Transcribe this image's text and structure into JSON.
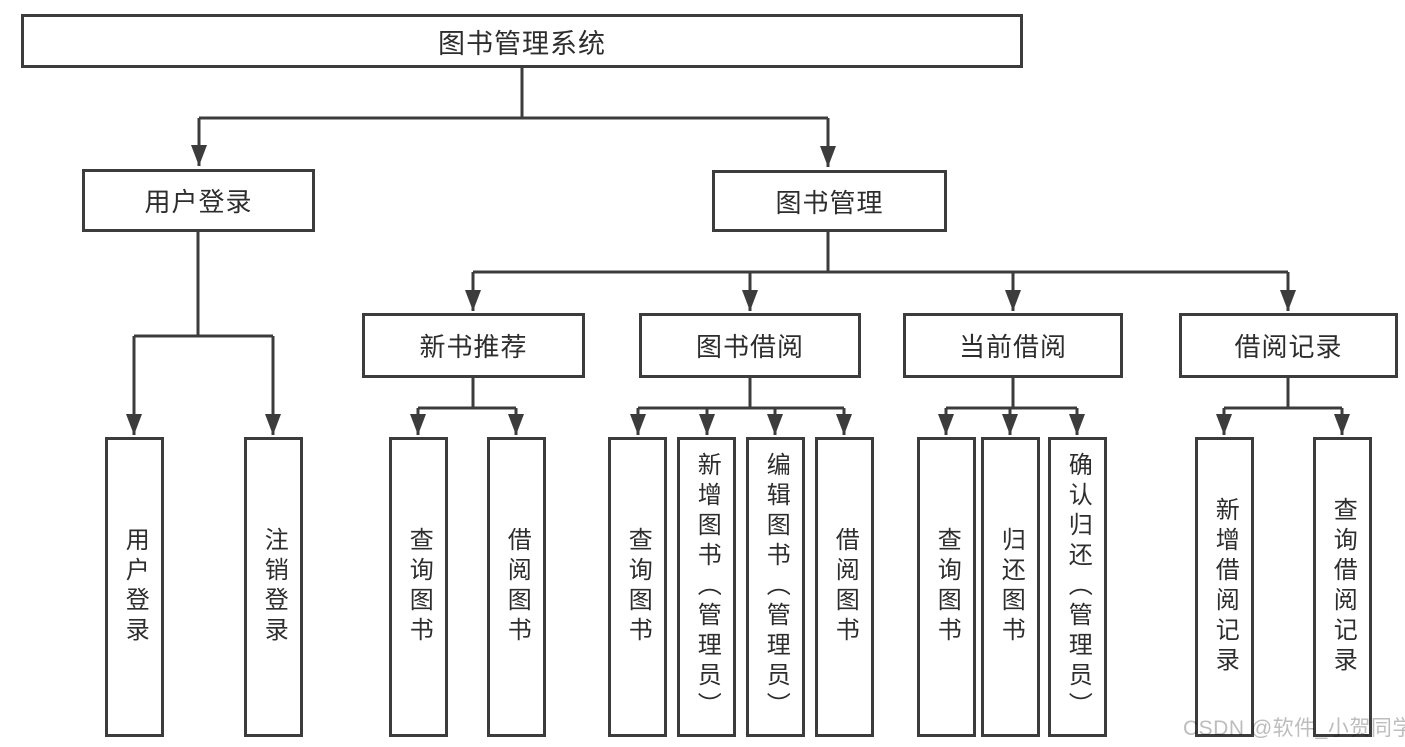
{
  "diagram": {
    "type": "tree-flowchart",
    "colors": {
      "line": "#3c3c3c",
      "box_border": "#3c3c3c",
      "text": "#2d2d2d",
      "background": "#ffffff",
      "watermark": "#bdbdbd"
    },
    "root": {
      "label": "图书管理系统"
    },
    "branches": {
      "user_login": {
        "label": "用户登录",
        "children": {
          "login": {
            "label": "用户登录"
          },
          "logout": {
            "label": "注销登录"
          }
        }
      },
      "book_mgmt": {
        "label": "图书管理",
        "children": {
          "new_book_rec": {
            "label": "新书推荐",
            "children": {
              "query_book": {
                "label": "查询图书"
              },
              "borrow_book": {
                "label": "借阅图书"
              }
            }
          },
          "book_borrow": {
            "label": "图书借阅",
            "children": {
              "query_book": {
                "label": "查询图书"
              },
              "add_book": {
                "label": "新增图书（管理员）"
              },
              "edit_book": {
                "label": "编辑图书（管理员）"
              },
              "borrow_book": {
                "label": "借阅图书"
              }
            }
          },
          "current_borrow": {
            "label": "当前借阅",
            "children": {
              "query_book": {
                "label": "查询图书"
              },
              "return_book": {
                "label": "归还图书"
              },
              "confirm_return": {
                "label": "确认归还（管理员）"
              }
            }
          },
          "borrow_record": {
            "label": "借阅记录",
            "children": {
              "add_record": {
                "label": "新增借阅记录"
              },
              "query_record": {
                "label": "查询借阅记录"
              }
            }
          }
        }
      }
    }
  },
  "watermark": {
    "text": "CSDN @软件_小贺同学"
  }
}
